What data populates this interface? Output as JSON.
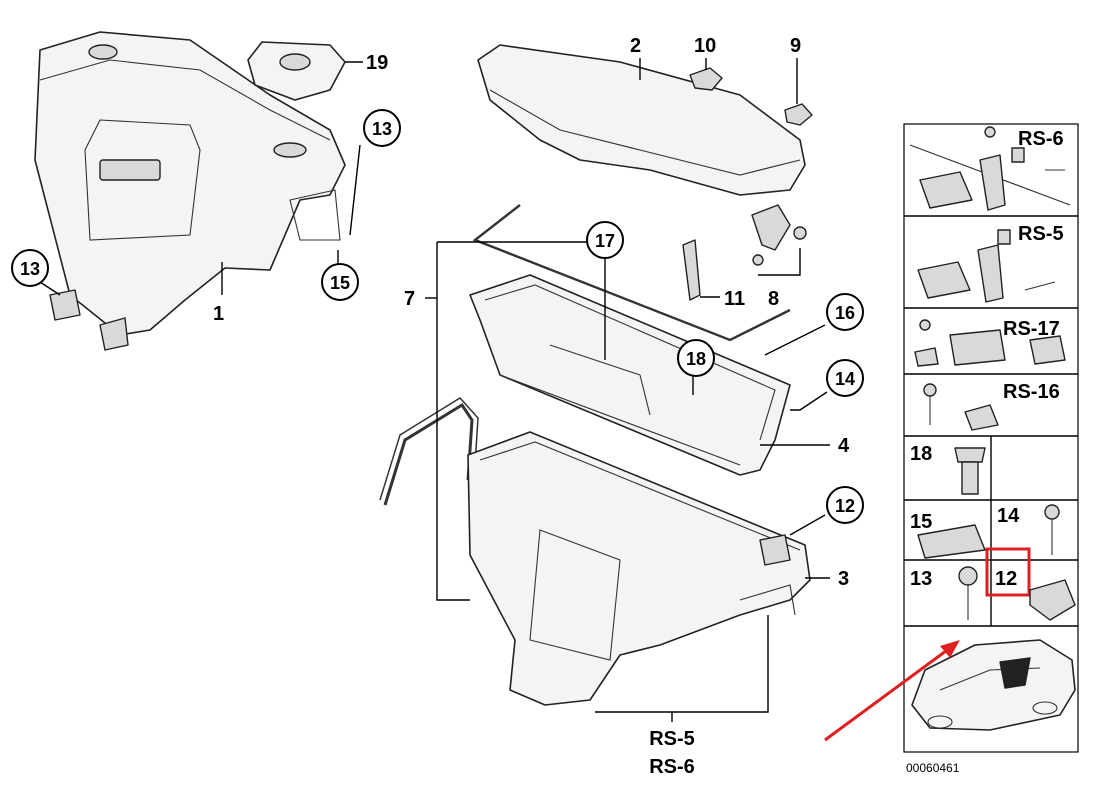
{
  "callouts": {
    "c1": "1",
    "c2": "2",
    "c3": "3",
    "c4": "4",
    "c7": "7",
    "c8": "8",
    "c9": "9",
    "c10": "10",
    "c11": "11",
    "c12": "12",
    "c13a": "13",
    "c13b": "13",
    "c14": "14",
    "c15": "15",
    "c16": "16",
    "c17": "17",
    "c18": "18",
    "c19": "19"
  },
  "bottom_labels": {
    "rs5": "RS-5",
    "rs6": "RS-6"
  },
  "panel": {
    "rs6": "RS-6",
    "rs5": "RS-5",
    "rs17": "RS-17",
    "rs16": "RS-16",
    "p18": "18",
    "p15": "15",
    "p14": "14",
    "p13": "13",
    "p12": "12"
  },
  "diagram_number": "00060461",
  "colors": {
    "highlight": "#e02020",
    "line": "#000000",
    "part_fill": "#f4f4f4"
  }
}
